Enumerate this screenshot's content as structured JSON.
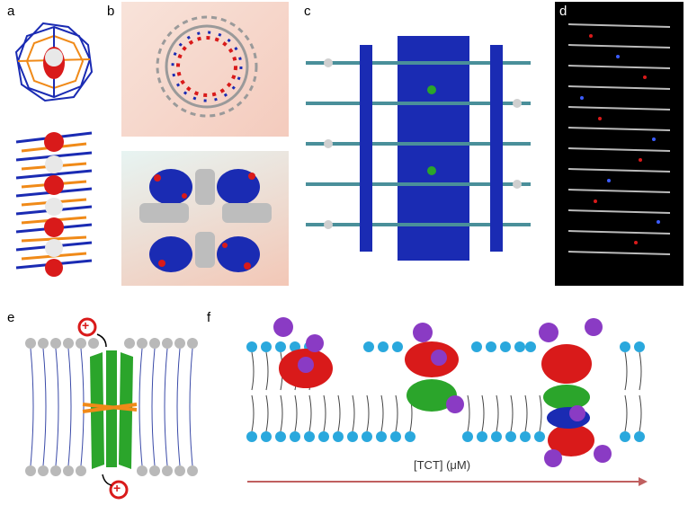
{
  "panel_labels": {
    "a": "a",
    "b": "b",
    "c": "c",
    "d": "d",
    "e": "e",
    "f": "f"
  },
  "panel_e": {
    "cation_symbol": "+"
  },
  "panel_f": {
    "axis_text": "[TCT] (μM)"
  },
  "colors": {
    "red": "#d91a1a",
    "blue": "#1a2bb3",
    "orange": "#f08a18",
    "green": "#2ba52b",
    "purple": "#8a3bc4",
    "cyan": "#2aa8dd",
    "gray": "#b9b9b9",
    "lipid": "#3a4aa8",
    "arrow": "#c06060",
    "bg_b": "#f4d8cc",
    "bg_d": "#000000"
  }
}
